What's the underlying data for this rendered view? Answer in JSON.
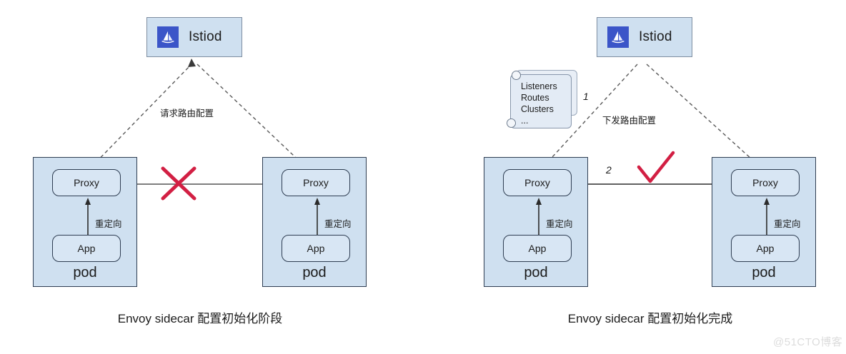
{
  "colors": {
    "pod_fill": "#cfe0f0",
    "inner_fill": "#d8e6f4",
    "border": "#2e3d52",
    "istiod_icon_bg": "#3b55c8",
    "cross_red": "#d21f43",
    "check_red": "#d21f43",
    "arrow_gray": "#6b6b6b",
    "dashed": "#5a5a5a",
    "watermark": "#dcdcdc"
  },
  "left_diagram": {
    "caption": "Envoy sidecar 配置初始化阶段",
    "istiod": {
      "label": "Istiod",
      "icon": "sailboat-icon"
    },
    "dashed_edge_label": "请求路由配置",
    "blocked": true,
    "pods": [
      {
        "pod_label": "pod",
        "proxy_label": "Proxy",
        "app_label": "App",
        "redirect_label": "重定向"
      },
      {
        "pod_label": "pod",
        "proxy_label": "Proxy",
        "app_label": "App",
        "redirect_label": "重定向"
      }
    ]
  },
  "right_diagram": {
    "caption": "Envoy sidecar 配置初始化完成",
    "istiod": {
      "label": "Istiod",
      "icon": "sailboat-icon"
    },
    "config_note": {
      "lines": [
        "Listeners",
        "Routes",
        "Clusters",
        "..."
      ]
    },
    "step_labels": {
      "one": "1",
      "two": "2"
    },
    "dashed_edge_label": "下发路由配置",
    "success": true,
    "pods": [
      {
        "pod_label": "pod",
        "proxy_label": "Proxy",
        "app_label": "App",
        "redirect_label": "重定向"
      },
      {
        "pod_label": "pod",
        "proxy_label": "Proxy",
        "app_label": "App",
        "redirect_label": "重定向"
      }
    ]
  },
  "watermark": "@51CTO博客"
}
